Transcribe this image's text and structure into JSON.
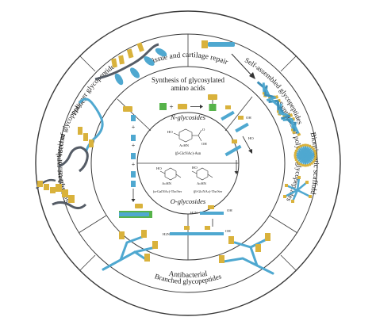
{
  "outer_ring": {
    "top": "Tissue and cartilage repair",
    "right": "Biomimetic scaffold",
    "bottom": "Antibacterial",
    "left": "Anti-tumor vaccine"
  },
  "middle_ring": {
    "top_right": "Self-assembled glycopeptides",
    "top_left": "Polymer glycopeptides",
    "bottom": "Branched glycopeptides"
  },
  "inner_ring": {
    "top_line1": "Synthesis of glycosylated",
    "top_line2": "amino acids",
    "left": "Solid-phase synthesis of glycopeptides",
    "right": "Synthesis of polymer glycopeptides"
  },
  "center": {
    "upper_title": "N-glycosides",
    "upper_caption": "(β-GlcNAc)-Asn",
    "lower_title": "O-glycosides",
    "lower_caption_left": "(α-GalNAc)-Thr/Ser",
    "lower_caption_right": "(β-GlcNAc)-Thr/Ser"
  },
  "chem_labels": {
    "ho": "HO",
    "oh": "OH",
    "acnh": "AcHN",
    "o": "O",
    "h2n": "H2N",
    "plus": "+",
    "nh2": "NH2"
  },
  "colors": {
    "ring_line": "#3a3a3a",
    "glycan_yellow": "#d9b23c",
    "peptide_blue": "#4fa8d0",
    "green": "#56b34a",
    "dark_chain": "#555c66"
  }
}
